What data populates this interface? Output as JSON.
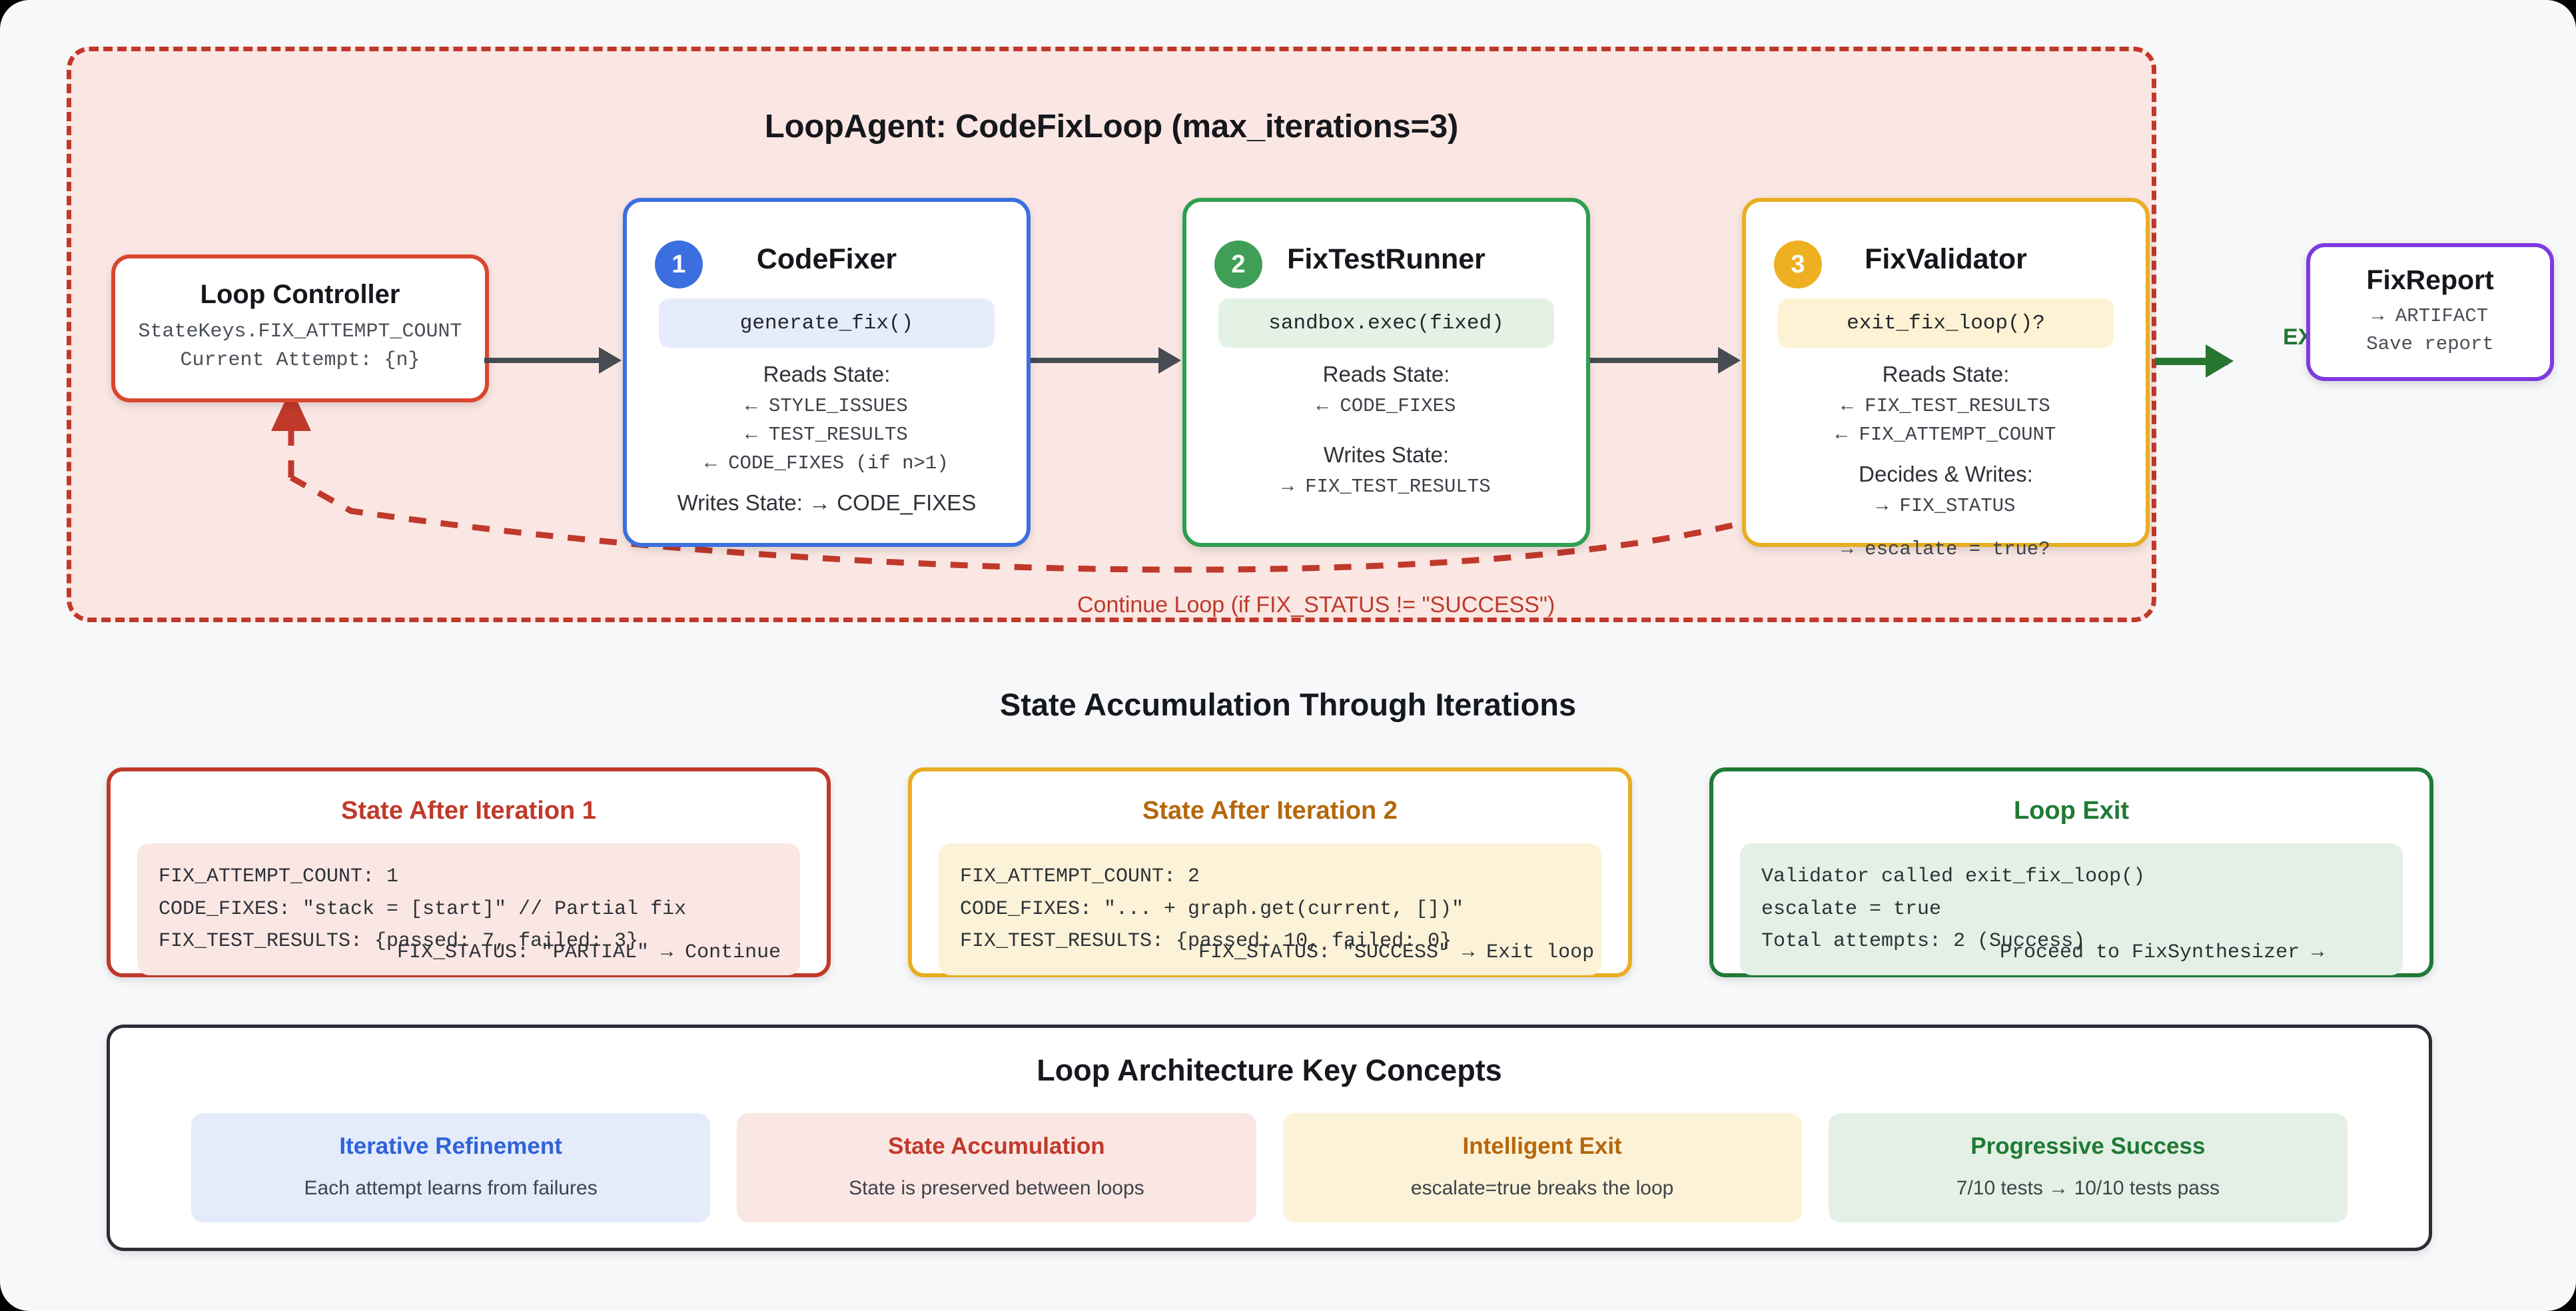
{
  "loop": {
    "title": "LoopAgent: CodeFixLoop (max_iterations=3)",
    "controller": {
      "title": "Loop Controller",
      "line1": "StateKeys.FIX_ATTEMPT_COUNT",
      "line2": "Current Attempt: {n}"
    },
    "agents": [
      {
        "num": "1",
        "name": "CodeFixer",
        "call": "generate_fix()",
        "reads_label": "Reads State:",
        "reads": [
          "← STYLE_ISSUES",
          "← TEST_RESULTS",
          "← CODE_FIXES (if n>1)"
        ],
        "writes_label": "Writes State: → CODE_FIXES",
        "writes": [],
        "overflow": ""
      },
      {
        "num": "2",
        "name": "FixTestRunner",
        "call": "sandbox.exec(fixed)",
        "reads_label": "Reads State:",
        "reads": [
          "← CODE_FIXES"
        ],
        "writes_label": "Writes State:",
        "writes": [
          "→ FIX_TEST_RESULTS"
        ],
        "overflow": ""
      },
      {
        "num": "3",
        "name": "FixValidator",
        "call": "exit_fix_loop()?",
        "reads_label": "Reads State:",
        "reads": [
          "← FIX_TEST_RESULTS",
          "← FIX_ATTEMPT_COUNT"
        ],
        "writes_label": "Decides & Writes:",
        "writes": [
          "→ FIX_STATUS"
        ],
        "overflow": "→ escalate = true?"
      }
    ],
    "exit_label": "EXIT",
    "report": {
      "title": "FixReport",
      "line1": "→ ARTIFACT",
      "line2": "Save report"
    },
    "feedback_label": "Continue Loop (if FIX_STATUS != \"SUCCESS\")"
  },
  "accumulation": {
    "heading": "State Accumulation Through Iterations",
    "cards": [
      {
        "title": "State After Iteration 1",
        "lines": [
          "FIX_ATTEMPT_COUNT: 1",
          "CODE_FIXES: \"stack = [start]\" // Partial fix",
          "FIX_TEST_RESULTS: {passed: 7, failed: 3}"
        ],
        "footer": "FIX_STATUS: \"PARTIAL\" → Continue"
      },
      {
        "title": "State After Iteration 2",
        "lines": [
          "FIX_ATTEMPT_COUNT: 2",
          "CODE_FIXES: \"... + graph.get(current, [])\"",
          "FIX_TEST_RESULTS: {passed: 10, failed: 0}"
        ],
        "footer": "FIX_STATUS: \"SUCCESS\" → Exit loop"
      },
      {
        "title": "Loop Exit",
        "lines": [
          "Validator called exit_fix_loop()",
          "escalate = true",
          "Total attempts: 2 (Success)"
        ],
        "footer": "Proceed to FixSynthesizer →"
      }
    ]
  },
  "key_concepts": {
    "heading": "Loop Architecture Key Concepts",
    "items": [
      {
        "title": "Iterative Refinement",
        "desc": "Each attempt learns from failures"
      },
      {
        "title": "State Accumulation",
        "desc": "State is preserved between loops"
      },
      {
        "title": "Intelligent Exit",
        "desc": "escalate=true breaks the loop"
      },
      {
        "title": "Progressive Success",
        "desc": "7/10 tests → 10/10 tests pass"
      }
    ]
  },
  "colors": {
    "loop_border": "#c0392b",
    "loop_bg": "#fae7e3",
    "agent1": "#3b6fe0",
    "agent2": "#2f9e4f",
    "agent3": "#e8ae22",
    "report": "#7d3ae0",
    "exit": "#27752f"
  }
}
